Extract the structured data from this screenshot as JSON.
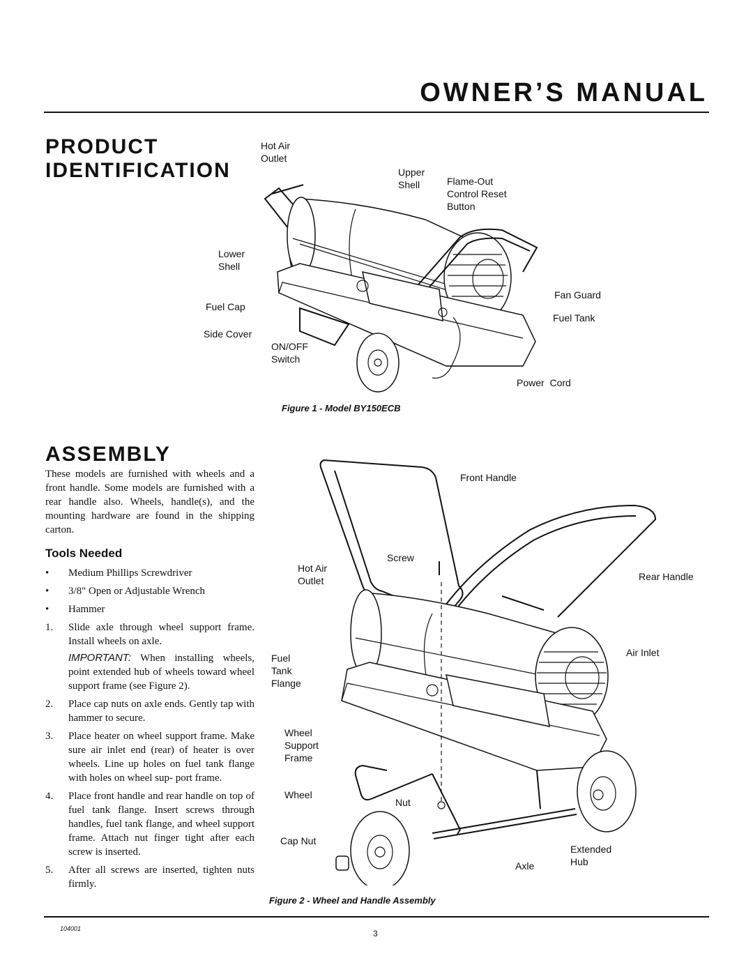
{
  "header": {
    "title": "OWNER’S MANUAL"
  },
  "product_id": {
    "title_line1": "PRODUCT",
    "title_line2": "IDENTIFICATION",
    "labels": {
      "hot_air_outlet": "Hot Air\nOutlet",
      "upper_shell": "Upper\nShell",
      "flame_out": "Flame-Out\nControl Reset\nButton",
      "lower_shell": "Lower\nShell",
      "fuel_cap": "Fuel Cap",
      "side_cover": "Side Cover",
      "on_off": "ON/OFF\nSwitch",
      "fan_guard": "Fan Guard",
      "fuel_tank": "Fuel Tank",
      "power_cord": "Power  Cord"
    },
    "caption": "Figure 1 - Model BY150ECB"
  },
  "assembly": {
    "title": "ASSEMBLY",
    "intro": "These models are furnished with wheels and a front handle. Some models are furnished with a rear handle also. Wheels, handle(s), and the mounting hardware are found in the shipping carton.",
    "tools_heading": "Tools Needed",
    "tools": [
      "Medium Phillips Screwdriver",
      "3/8\" Open or Adjustable Wrench",
      "Hammer"
    ],
    "bullet": "•",
    "steps": [
      {
        "num": "1.",
        "text": "Slide axle through wheel support frame. Install wheels on axle."
      },
      {
        "num": "2.",
        "text": "Place cap nuts on axle ends. Gently tap with hammer to secure."
      },
      {
        "num": "3.",
        "text": "Place heater on wheel support frame. Make sure air inlet end (rear) of heater is over wheels. Line up holes on fuel tank flange with holes on wheel sup- port frame."
      },
      {
        "num": "4.",
        "text": "Place front handle and rear handle on top of fuel tank flange. Insert screws through handles, fuel tank flange, and wheel support frame. Attach nut finger tight after each screw is inserted."
      },
      {
        "num": "5.",
        "text": "After all screws are inserted, tighten nuts firmly."
      }
    ],
    "important_label": "IMPORTANT:",
    "important_text": " When installing wheels, point extended hub of wheels toward wheel support frame (see Figure 2).",
    "labels": {
      "front_handle": "Front Handle",
      "screw": "Screw",
      "hot_air_outlet": "Hot Air\nOutlet",
      "rear_handle": "Rear Handle",
      "air_inlet": "Air Inlet",
      "fuel_tank_flange": "Fuel\nTank\nFlange",
      "wheel_support_frame": "Wheel\nSupport\nFrame",
      "wheel": "Wheel",
      "nut": "Nut",
      "cap_nut": "Cap Nut",
      "extended_hub": "Extended\nHub",
      "axle": "Axle"
    },
    "caption": "Figure 2 - Wheel and Handle Assembly"
  },
  "footer": {
    "doc_number": "104001",
    "page_number": "3"
  }
}
